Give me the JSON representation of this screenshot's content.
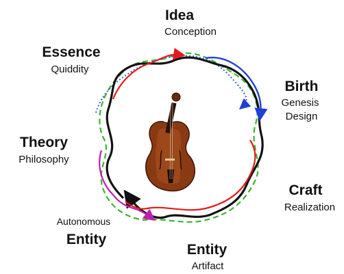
{
  "labels": {
    "idea": {
      "title": "Idea",
      "subtitle": "Conception"
    },
    "essence": {
      "title": "Essence",
      "subtitle": "Quiddity"
    },
    "birth": {
      "title": "Birth",
      "line1": "Genesis",
      "line2": "Design"
    },
    "theory": {
      "title": "Theory",
      "subtitle": "Philosophy"
    },
    "craft": {
      "title": "Craft",
      "subtitle": "Realization"
    },
    "autonomous": {
      "line1": "Autonomous",
      "title": "Entity"
    },
    "entity": {
      "title": "Entity",
      "subtitle": "Artifact"
    }
  },
  "center_image": "violin",
  "colors": {
    "black_path": "#111111",
    "red_path": "#e31b1b",
    "blue_path": "#1f3fd6",
    "blue_dotted": "#3b5be0",
    "green_dashed": "#36b52c",
    "magenta_path": "#c01fb0",
    "violin_body": "#8a3a12"
  }
}
